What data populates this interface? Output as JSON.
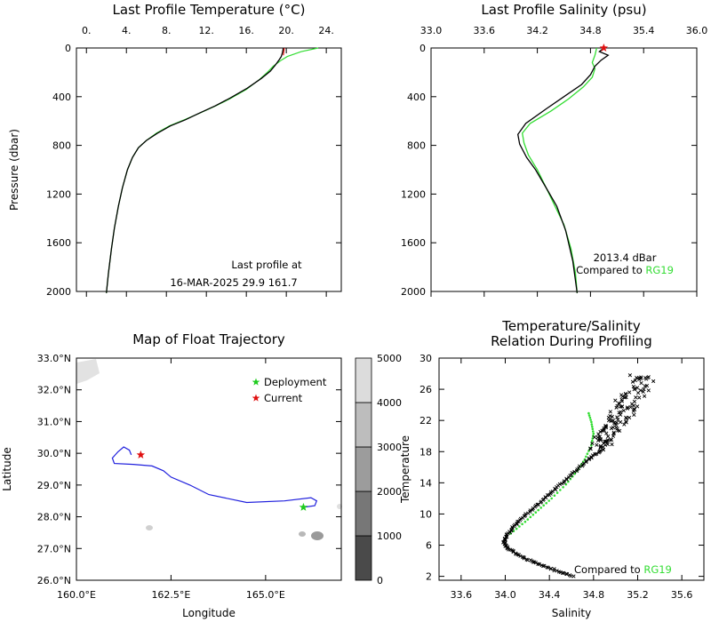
{
  "colors": {
    "deployment": "#1fcc1f",
    "current": "#e01010",
    "trajectory": "#2020dd",
    "climatology": "#33dd33",
    "profile": "#000000"
  },
  "chart_data": [
    {
      "id": "temp",
      "type": "line",
      "title": "Last Profile Temperature (°C)",
      "xlabel": "",
      "ylabel": "Pressure (dbar)",
      "xlim": [
        -1.0,
        25.5
      ],
      "ylim": [
        0,
        2000
      ],
      "y_inverted": true,
      "x_ticks": [
        "0.",
        "4.",
        "8.",
        "12.",
        "16.",
        "20.",
        "24."
      ],
      "x_tick_values": [
        0,
        4,
        8,
        12,
        16,
        20,
        24
      ],
      "y_ticks": [
        "0",
        "400",
        "800",
        "1200",
        "1600",
        "2000"
      ],
      "y_tick_values": [
        0,
        400,
        800,
        1200,
        1600,
        2000
      ],
      "annotation": [
        "Last profile at",
        "16-MAR-2025     29.9  161.7"
      ],
      "series": [
        {
          "role": "climatology",
          "x": [
            23.2,
            21.5,
            20.1,
            19.5,
            18.7,
            18.1,
            17.3,
            16.0,
            14.3,
            12.8,
            11.2,
            9.8,
            8.3,
            7.0,
            6.0,
            5.2,
            4.6,
            4.1,
            3.6,
            3.2,
            2.8,
            2.5,
            2.2,
            2.0
          ],
          "y": [
            0,
            30,
            70,
            100,
            150,
            200,
            260,
            340,
            420,
            480,
            540,
            590,
            640,
            700,
            760,
            820,
            900,
            1000,
            1150,
            1300,
            1480,
            1650,
            1850,
            2013
          ]
        },
        {
          "role": "profile",
          "x": [
            19.7,
            19.6,
            19.5,
            19.3,
            18.9,
            18.4,
            17.5,
            16.1,
            14.4,
            12.9,
            11.3,
            9.9,
            8.4,
            7.1,
            6.0,
            5.2,
            4.6,
            4.1,
            3.6,
            3.2,
            2.8,
            2.5,
            2.2,
            2.0
          ],
          "y": [
            0,
            40,
            70,
            95,
            140,
            190,
            250,
            330,
            410,
            475,
            535,
            590,
            640,
            700,
            760,
            820,
            900,
            1000,
            1150,
            1300,
            1480,
            1650,
            1850,
            2013
          ]
        },
        {
          "role": "current",
          "x": [
            19.8,
            19.7
          ],
          "y": [
            0,
            60
          ]
        }
      ]
    },
    {
      "id": "sal",
      "type": "line",
      "title": "Last Profile Salinity (psu)",
      "xlabel": "",
      "ylabel": "",
      "xlim": [
        33.0,
        36.0
      ],
      "ylim": [
        0,
        2000
      ],
      "y_inverted": true,
      "x_ticks": [
        "33.0",
        "33.6",
        "34.2",
        "34.8",
        "35.4",
        "36.0"
      ],
      "x_tick_values": [
        33.0,
        33.6,
        34.2,
        34.8,
        35.4,
        36.0
      ],
      "y_ticks": [
        "0",
        "400",
        "800",
        "1200",
        "1600",
        "2000"
      ],
      "y_tick_values": [
        0,
        400,
        800,
        1200,
        1600,
        2000
      ],
      "annotation": [
        "2013.4  dBar",
        "Compared to ",
        "RG19"
      ],
      "series": [
        {
          "role": "climatology",
          "x": [
            34.87,
            34.85,
            34.82,
            34.85,
            34.82,
            34.72,
            34.55,
            34.35,
            34.12,
            34.03,
            34.05,
            34.1,
            34.2,
            34.3,
            34.4,
            34.5,
            34.58,
            34.63,
            34.65
          ],
          "y": [
            0,
            60,
            120,
            170,
            240,
            320,
            420,
            520,
            620,
            700,
            780,
            880,
            1000,
            1150,
            1300,
            1450,
            1650,
            1850,
            2013
          ]
        },
        {
          "role": "profile",
          "x": [
            34.95,
            34.9,
            35.0,
            34.92,
            34.85,
            34.8,
            34.7,
            34.5,
            34.3,
            34.07,
            33.98,
            34.0,
            34.08,
            34.18,
            34.3,
            34.42,
            34.52,
            34.6,
            34.65
          ],
          "y": [
            0,
            30,
            60,
            100,
            150,
            220,
            300,
            400,
            500,
            620,
            710,
            790,
            900,
            1000,
            1150,
            1300,
            1500,
            1750,
            2013
          ]
        },
        {
          "role": "current",
          "x": [
            34.95
          ],
          "y": [
            0
          ]
        }
      ]
    },
    {
      "id": "map",
      "type": "line",
      "title": "Map of Float Trajectory",
      "xlabel": "Longitude",
      "ylabel": "Latitude",
      "xlim": [
        160.0,
        167.0
      ],
      "ylim": [
        26.0,
        33.0
      ],
      "x_ticks": [
        "160.0°E",
        "162.5°E",
        "165.0°E"
      ],
      "x_tick_values": [
        160.0,
        162.5,
        165.0
      ],
      "y_ticks": [
        "26.0°N",
        "27.0°N",
        "28.0°N",
        "29.0°N",
        "30.0°N",
        "31.0°N",
        "32.0°N",
        "33.0°N"
      ],
      "y_tick_values": [
        26,
        27,
        28,
        29,
        30,
        31,
        32,
        33
      ],
      "legend": [
        "Deployment",
        "Current"
      ],
      "colorbar": {
        "ticks": [
          "0",
          "1000",
          "2000",
          "3000",
          "4000",
          "5000"
        ],
        "values": [
          0,
          1000,
          2000,
          3000,
          4000,
          5000
        ]
      },
      "trajectory": {
        "lon": [
          166.0,
          166.3,
          166.35,
          166.2,
          165.5,
          164.5,
          163.5,
          163.0,
          162.5,
          162.3,
          162.0,
          161.5,
          161.0,
          160.95,
          161.1,
          161.25,
          161.4,
          161.45
        ],
        "lat": [
          28.3,
          28.35,
          28.5,
          28.6,
          28.5,
          28.45,
          28.7,
          29.0,
          29.25,
          29.45,
          29.6,
          29.65,
          29.68,
          29.85,
          30.05,
          30.2,
          30.1,
          29.95
        ]
      },
      "deployment": {
        "lon": 166.0,
        "lat": 28.3
      },
      "current": {
        "lon": 161.7,
        "lat": 29.95
      }
    },
    {
      "id": "ts",
      "type": "scatter",
      "title": [
        "Temperature/Salinity",
        "Relation During Profiling"
      ],
      "xlabel": "Salinity",
      "ylabel": "Temperature",
      "xlim": [
        33.4,
        35.8
      ],
      "ylim": [
        1.5,
        30
      ],
      "x_ticks": [
        "33.6",
        "34.0",
        "34.4",
        "34.8",
        "35.2",
        "35.6"
      ],
      "x_tick_values": [
        33.6,
        34.0,
        34.4,
        34.8,
        35.2,
        35.6
      ],
      "y_ticks": [
        "2",
        "6",
        "10",
        "14",
        "18",
        "22",
        "26",
        "30"
      ],
      "y_tick_values": [
        2,
        6,
        10,
        14,
        18,
        22,
        26,
        30
      ],
      "annotation": [
        "Compared to ",
        "RG19"
      ],
      "profile_curve": {
        "s": [
          34.62,
          34.45,
          34.3,
          34.15,
          34.03,
          33.99,
          34.01,
          34.08,
          34.18,
          34.3,
          34.42,
          34.55,
          34.68,
          34.8,
          34.9
        ],
        "t": [
          2.0,
          2.8,
          3.6,
          4.5,
          5.5,
          6.3,
          7.2,
          8.4,
          9.8,
          11.3,
          12.8,
          14.4,
          16.1,
          17.5,
          18.4
        ]
      },
      "cloud_curve": {
        "s": [
          34.85,
          34.9,
          34.95,
          35.0,
          35.05,
          35.1,
          35.15,
          35.2,
          35.25
        ],
        "t": [
          18.5,
          19.5,
          20.5,
          21.5,
          22.5,
          23.8,
          25.0,
          26.5,
          28.0
        ]
      },
      "climatology": {
        "s": [
          34.05,
          34.18,
          34.3,
          34.42,
          34.55,
          34.65,
          34.72,
          34.78,
          34.8,
          34.78,
          34.75
        ],
        "t": [
          7.5,
          9.0,
          10.5,
          12.0,
          13.8,
          15.5,
          17.0,
          18.8,
          20.3,
          21.8,
          23.2
        ]
      }
    }
  ]
}
